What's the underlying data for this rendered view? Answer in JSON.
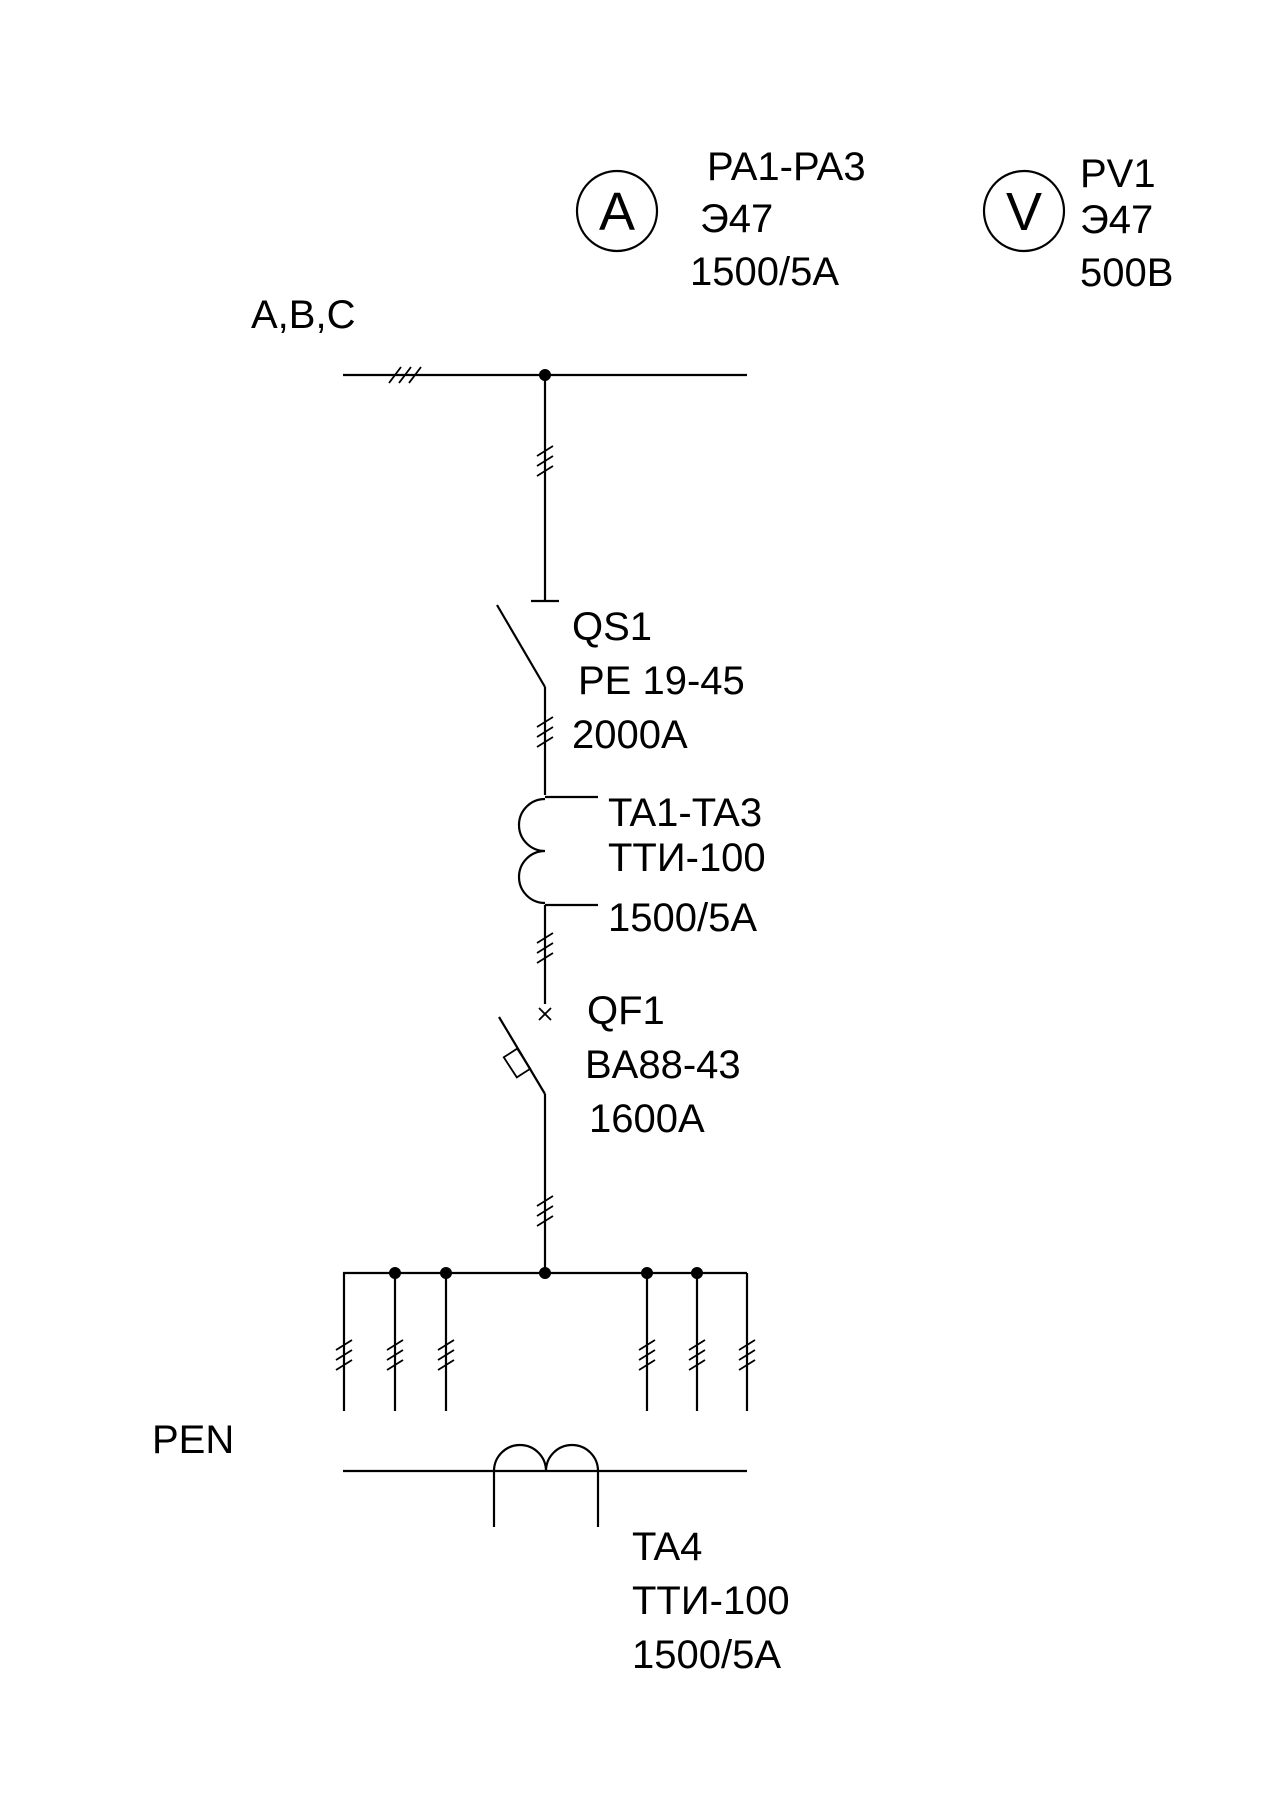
{
  "meters": {
    "ammeter": {
      "symbol": "A",
      "lines": [
        "PA1-PA3",
        "Э47",
        "1500/5A"
      ]
    },
    "voltmeter": {
      "symbol": "V",
      "lines": [
        "PV1",
        "Э47",
        "500B"
      ]
    }
  },
  "bus": {
    "label": "A,B,C"
  },
  "disconnector": {
    "lines": [
      "QS1",
      "PE 19-45",
      "2000A"
    ]
  },
  "current_transformers": {
    "lines": [
      "TA1-TA3",
      "TTИ-100",
      "1500/5A"
    ]
  },
  "circuit_breaker": {
    "lines": [
      "QF1",
      "BA88-43",
      "1600A"
    ]
  },
  "pen": {
    "label": "PEN",
    "transformer_lines": [
      "TA4",
      "TTИ-100",
      "1500/5A"
    ]
  }
}
